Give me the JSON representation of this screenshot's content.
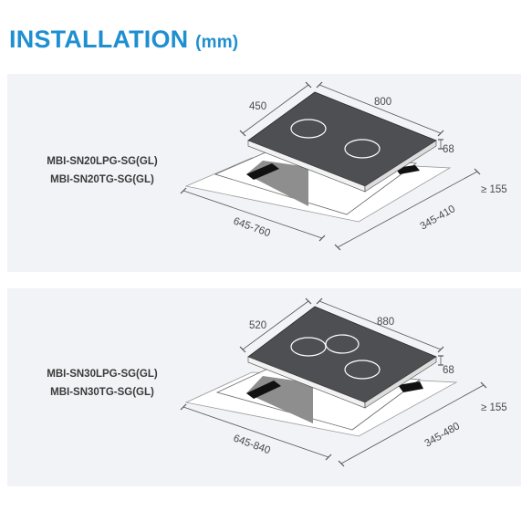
{
  "title": {
    "main": "INSTALLATION",
    "unit": "(mm)"
  },
  "colors": {
    "accent": "#1e8fd0",
    "panel": "#f1f3f6",
    "glass": "#4d4f52"
  },
  "diagrams": [
    {
      "models": [
        "MBI-SN20LPG-SG(GL)",
        "MBI-SN20TG-SG(GL)"
      ],
      "hob_depth": "450",
      "hob_width": "800",
      "hob_height": "68",
      "min_clearance": "≥ 155",
      "cutout_width": "645-760",
      "cutout_depth": "345-410",
      "burners": 2
    },
    {
      "models": [
        "MBI-SN30LPG-SG(GL)",
        "MBI-SN30TG-SG(GL)"
      ],
      "hob_depth": "520",
      "hob_width": "880",
      "hob_height": "68",
      "min_clearance": "≥ 155",
      "cutout_width": "645-840",
      "cutout_depth": "345-480",
      "burners": 3
    }
  ]
}
